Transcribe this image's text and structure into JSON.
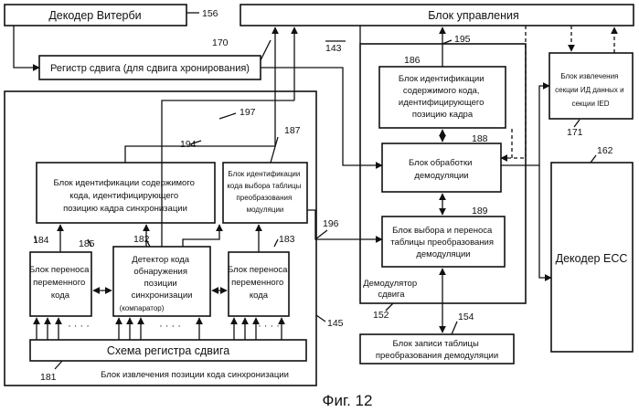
{
  "blocks": {
    "viterbi": "Декодер Витерби",
    "control": "Блок управления",
    "shift_reg": "Регистр сдвига (для сдвига хронирования)",
    "id_frame_lines": [
      "Блок идентификации содержимого",
      "кода, идентифицирующего",
      "позицию кадра синхронизации"
    ],
    "id_table_lines": [
      "Блок идентификации",
      "кода выбора таблицы",
      "преобразования",
      "модуляции"
    ],
    "transfer_left_lines": [
      "Блок переноса",
      "переменного",
      "кода"
    ],
    "detector_lines": [
      "Детектор кода",
      "обнаружения",
      "позиции",
      "синхронизации"
    ],
    "detector_sub": "(компаратор)",
    "transfer_right_lines": [
      "Блок переноса",
      "переменного",
      "кода"
    ],
    "shift_reg_circuit": "Схема регистра сдвига",
    "extraction_block": "Блок извлечения позиции кода синхронизации",
    "id_content_lines": [
      "Блок идентификации",
      "содержимого кода,",
      "идентифицирующего",
      "позицию кадра"
    ],
    "processing_lines": [
      "Блок обработки",
      "демодуляции"
    ],
    "select_lines": [
      "Блок выбора и переноса",
      "таблицы преобразования",
      "демодуляции"
    ],
    "demod_lines": [
      "Демодулятор",
      "сдвига"
    ],
    "write_lines": [
      "Блок записи таблицы",
      "преобразования демодуляции"
    ],
    "extract_id_lines": [
      "Блок      извлечения",
      "секции ИД данных и",
      "секции IED"
    ],
    "ecc": "Декодер ECC"
  },
  "refs": {
    "r156": "156",
    "r170": "170",
    "r143": "143",
    "r195": "195",
    "r186": "186",
    "r188": "188",
    "r189": "189",
    "r187": "187",
    "r194": "194",
    "r197": "197",
    "r196": "196",
    "r184": "184",
    "r185": "185",
    "r182": "182",
    "r183": "183",
    "r181": "181",
    "r145": "145",
    "r152": "152",
    "r154": "154",
    "r171": "171",
    "r162": "162"
  },
  "dots": "· · · ·",
  "caption": "Фиг. 12"
}
